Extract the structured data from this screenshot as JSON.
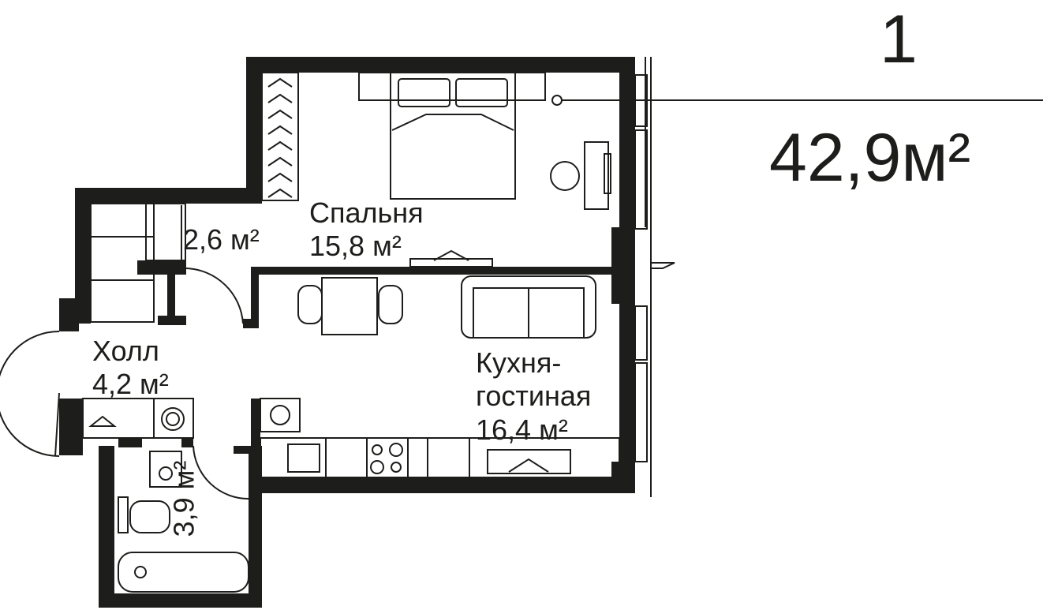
{
  "plan": {
    "apartment_number": "1",
    "total_area": "42,9м²",
    "colors": {
      "wall": "#1d1d1b",
      "line": "#1d1d1b",
      "background": "#ffffff"
    },
    "rooms": [
      {
        "name": "Спальня",
        "area": "15,8 м²"
      },
      {
        "name": "",
        "area": "2,6 м²"
      },
      {
        "name": "Холл",
        "area": "4,2 м²"
      },
      {
        "name": "Кухня-",
        "name2": "гостиная",
        "area": "16,4 м²"
      },
      {
        "name": "",
        "area": "3,9 м²"
      }
    ]
  }
}
